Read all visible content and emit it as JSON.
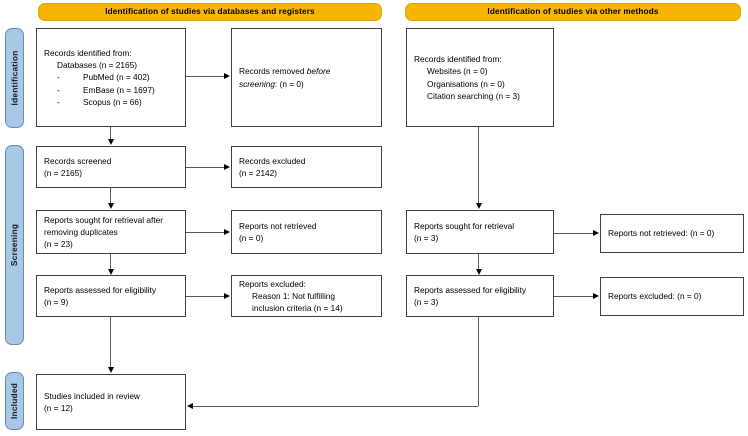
{
  "colors": {
    "header_fill": "#F7B500",
    "stage_fill": "#A8C8E8",
    "box_border": "#404040",
    "connector": "#5a5a5a",
    "background": "#ffffff"
  },
  "headers": {
    "databases": "Identification of studies via databases and registers",
    "other": "Identification of studies via other methods"
  },
  "stages": [
    {
      "id": "identification",
      "label": "Identification"
    },
    {
      "id": "screening",
      "label": "Screening"
    },
    {
      "id": "included",
      "label": "Included"
    }
  ],
  "databases_column": {
    "records_identified": {
      "line1": "Records identified from:",
      "line2": "Databases (n = 2165)",
      "items": [
        "PubMed (n = 402)",
        "EmBase (n = 1697)",
        "Scopus (n = 66)"
      ],
      "bullet": "-"
    },
    "records_removed": {
      "line1_a": "Records removed ",
      "line1_italic": "before",
      "line2_italic": "screening",
      "line2_b": ": (n = 0)"
    },
    "records_screened": {
      "line1": "Records screened",
      "line2": "(n = 2165)"
    },
    "records_excluded": {
      "line1": "Records excluded",
      "line2": "(n = 2142)"
    },
    "reports_sought": {
      "line1": "Reports sought for retrieval after",
      "line2": "removing duplicates",
      "line3": "(n = 23)"
    },
    "reports_not_retrieved": {
      "line1": "Reports not retrieved",
      "line2": "(n = 0)"
    },
    "reports_assessed": {
      "line1": "Reports assessed for eligibility",
      "line2": "(n = 9)"
    },
    "reports_excluded": {
      "line1": "Reports excluded:",
      "line2": "Reason 1: Not fulfilling",
      "line3": "inclusion criteria (n = 14)"
    }
  },
  "other_column": {
    "records_identified": {
      "line1": "Records identified from:",
      "items": [
        "Websites (n = 0)",
        "Organisations (n = 0)",
        "Citation searching (n = 3)"
      ]
    },
    "reports_sought": {
      "line1": "Reports sought for retrieval",
      "line2": "(n = 3)"
    },
    "reports_not_retrieved": {
      "line1": "Reports not retrieved: (n = 0)"
    },
    "reports_assessed": {
      "line1": "Reports assessed for eligibility",
      "line2": "(n = 3)"
    },
    "reports_excluded": {
      "line1": "Reports excluded: (n = 0)"
    }
  },
  "included_box": {
    "line1": "Studies included in review",
    "line2": "(n = 12)"
  }
}
